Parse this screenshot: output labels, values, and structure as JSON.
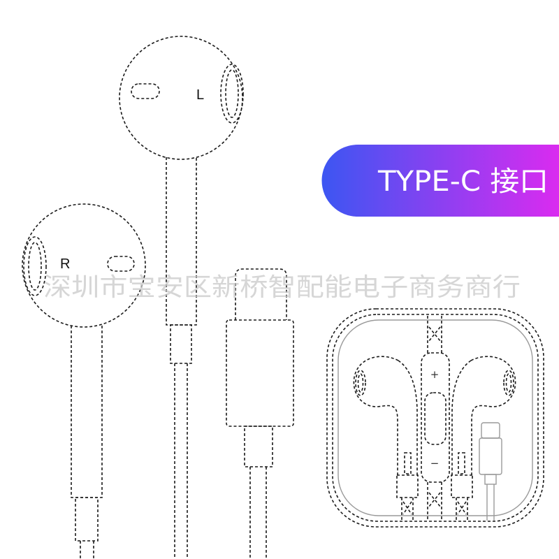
{
  "banner": {
    "text": "TYPE-C 接口",
    "gradient_start": "#3c56f2",
    "gradient_end": "#da2bf0",
    "text_color": "#ffffff"
  },
  "earbud_left": {
    "label": "L"
  },
  "earbud_right": {
    "label": "R"
  },
  "case": {
    "remote_plus": "+",
    "remote_minus": "−"
  },
  "watermark": {
    "text": "深圳市宝安区新桥智配能电子商务商行",
    "color": "#c9c9c9"
  }
}
